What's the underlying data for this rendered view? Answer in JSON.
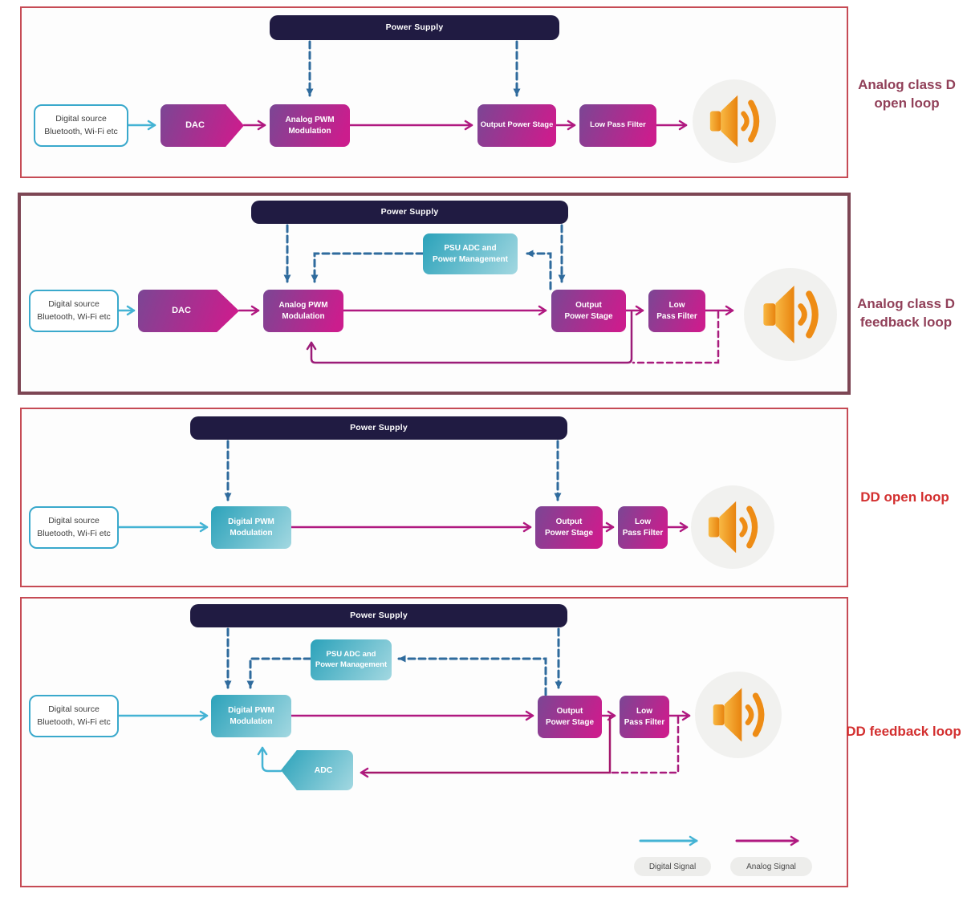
{
  "panels": [
    {
      "label1": "Analog class D",
      "label2": "open loop",
      "power_supply": "Power Supply",
      "source1": "Digital source",
      "source2": "Bluetooth, Wi-Fi etc",
      "dac": "DAC",
      "mod1": "Analog PWM",
      "mod2": "Modulation",
      "output": "Output Power Stage",
      "filter": "Low Pass Filter"
    },
    {
      "label1": "Analog class D",
      "label2": "feedback loop",
      "power_supply": "Power Supply",
      "source1": "Digital source",
      "source2": "Bluetooth, Wi-Fi etc",
      "dac": "DAC",
      "mod1": "Analog PWM",
      "mod2": "Modulation",
      "psu1": "PSU ADC and",
      "psu2": "Power Management",
      "out1": "Output",
      "out2": "Power Stage",
      "filter1": "Low",
      "filter2": "Pass Filter"
    },
    {
      "label1": "DD open loop",
      "power_supply": "Power Supply",
      "source1": "Digital source",
      "source2": "Bluetooth, Wi-Fi etc",
      "mod1": "Digital PWM",
      "mod2": "Modulation",
      "out1": "Output",
      "out2": "Power Stage",
      "filter1": "Low",
      "filter2": "Pass Filter"
    },
    {
      "label1": "DD feedback loop",
      "power_supply": "Power Supply",
      "source1": "Digital source",
      "source2": "Bluetooth, Wi-Fi etc",
      "mod1": "Digital PWM",
      "mod2": "Modulation",
      "psu1": "PSU ADC and",
      "psu2": "Power Management",
      "adc": "ADC",
      "out1": "Output",
      "out2": "Power Stage",
      "filter1": "Low",
      "filter2": "Pass Filter"
    }
  ],
  "legend": {
    "digital": "Digital Signal",
    "analog": "Analog Signal"
  },
  "colors": {
    "digital_signal": "#44b3d4",
    "analog_signal": "#b01980",
    "feedback_dark": "#9c1c78",
    "power_dashed": "#2f6b9d",
    "power_supply_box": "#201b42",
    "block_gradient_start": "#7b4694",
    "block_gradient_end": "#cb1d8d",
    "teal_gradient_start": "#2ba2ba",
    "teal_gradient_end": "#a3d8e1",
    "speaker_orange": "#ee8c15",
    "panel_border_red": "#c64b55",
    "panel_border_maroon": "#7d4654",
    "label_maroon": "#914059",
    "label_red": "#d33030"
  }
}
